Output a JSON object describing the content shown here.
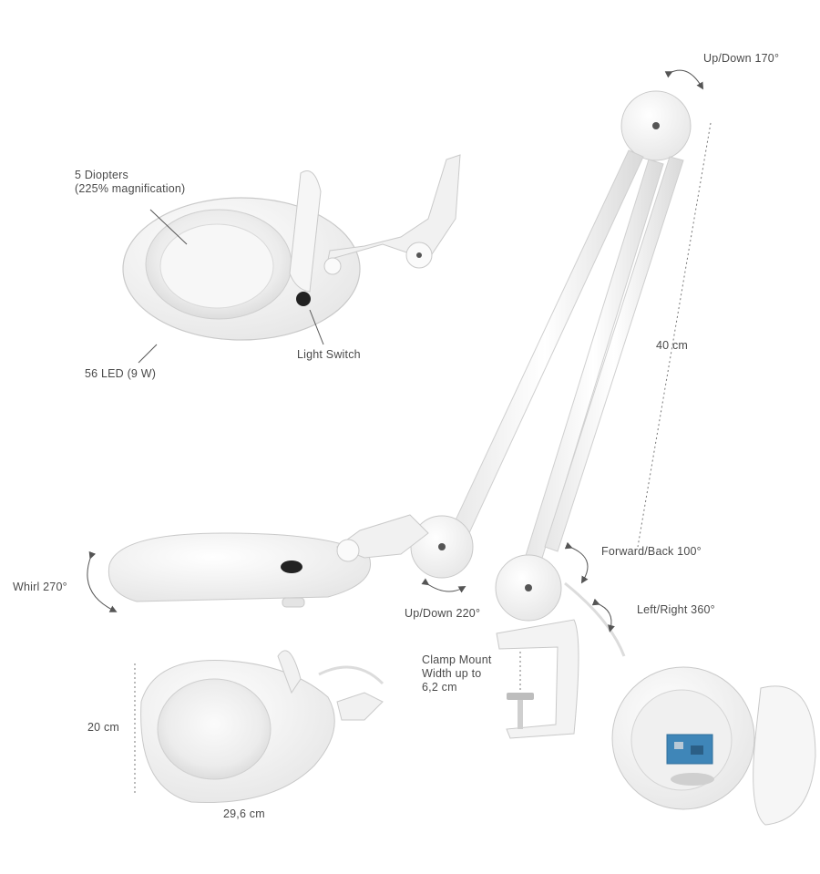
{
  "labels": {
    "diopters_line1": "5 Diopters",
    "diopters_line2": "(225% magnification)",
    "led": "56 LED (9 W)",
    "light_switch": "Light Switch",
    "up_down_top": "Up/Down 170°",
    "length_40": "40 cm",
    "forward_back": "Forward/Back 100°",
    "whirl": "Whirl 270°",
    "up_down_bottom": "Up/Down 220°",
    "left_right": "Left/Right 360°",
    "clamp_line1": "Clamp Mount",
    "clamp_line2": "Width up to",
    "clamp_line3": "6,2 cm",
    "height_20": "20 cm",
    "width_29": "29,6 cm"
  },
  "colors": {
    "body": "#f2f2f2",
    "outline": "#c9c9c9",
    "shadow": "#dcdcdc",
    "text": "#4a4a4a",
    "pcb": "#3f86b8"
  }
}
